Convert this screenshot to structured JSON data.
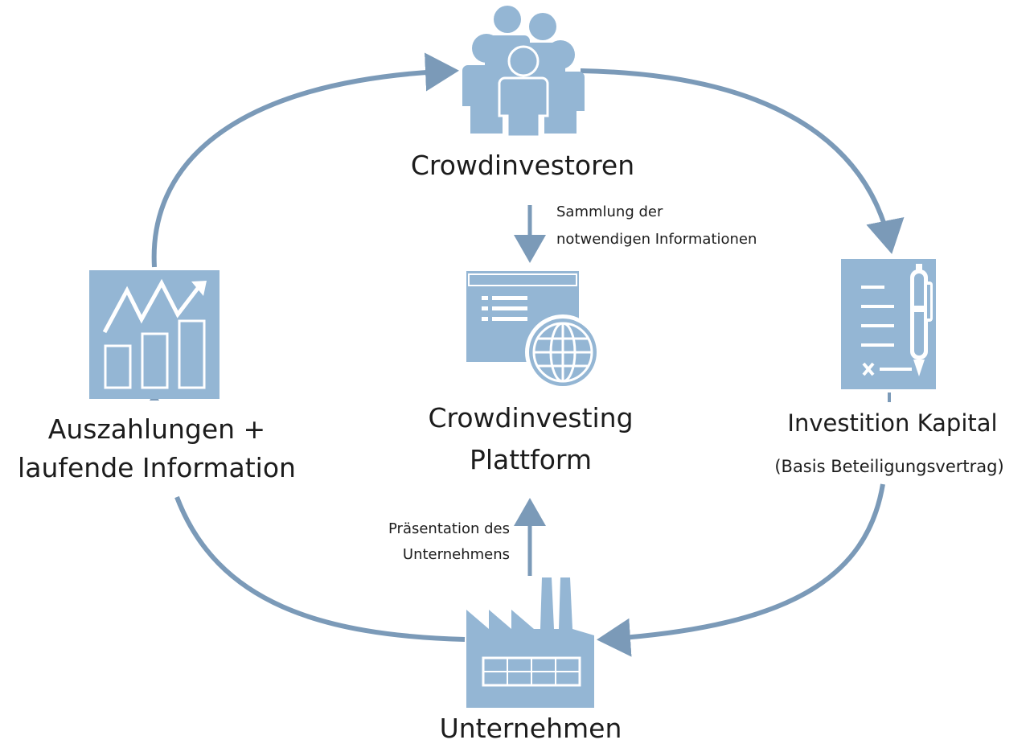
{
  "colors": {
    "icon_fill": "#94b6d4",
    "icon_detail": "#ffffff",
    "arrow": "#7b9ab8",
    "text": "#1c1c1c"
  },
  "nodes": {
    "crowdinvestoren": {
      "label": "Crowdinvestoren",
      "icon": "people-group-icon"
    },
    "plattform": {
      "line1": "Crowdinvesting",
      "line2": "Plattform",
      "icon": "web-platform-icon"
    },
    "investition": {
      "line1": "Investition Kapital",
      "line2": "(Basis Beteiligungsvertrag)",
      "icon": "contract-pen-icon"
    },
    "unternehmen": {
      "label": "Unternehmen",
      "icon": "factory-icon"
    },
    "auszahlungen": {
      "line1": "Auszahlungen +",
      "line2": "laufende Information",
      "icon": "growth-chart-icon"
    }
  },
  "annotations": {
    "sammlung": {
      "line1": "Sammlung der",
      "line2": "notwendigen Informationen"
    },
    "praesentation": {
      "line1": "Präsentation des",
      "line2": "Unternehmens"
    }
  }
}
